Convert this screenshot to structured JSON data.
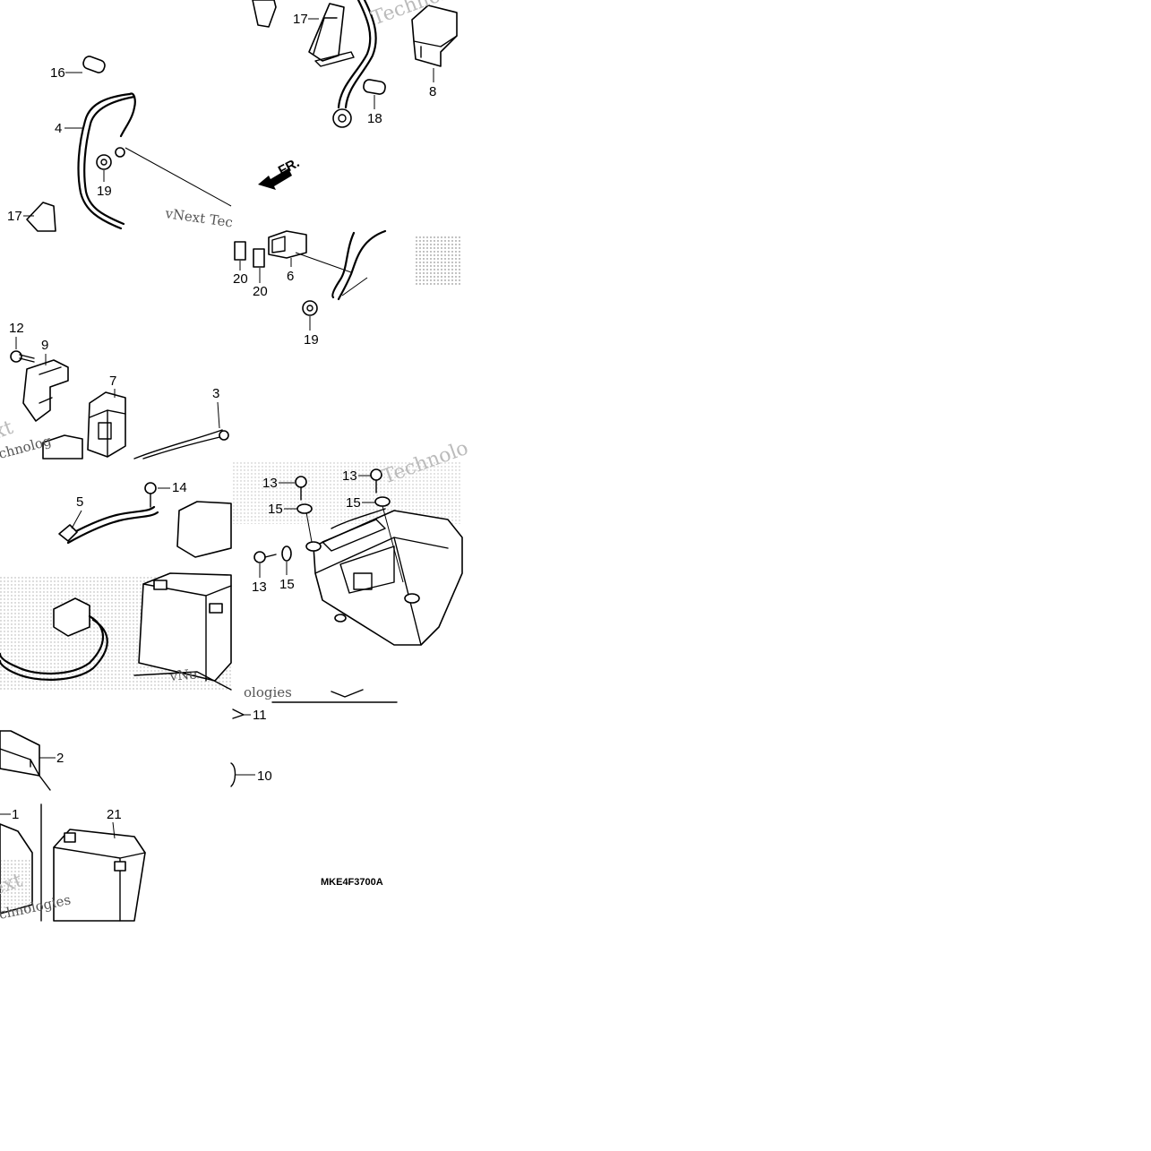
{
  "diagram": {
    "callouts": [
      {
        "id": "c16a",
        "text": "16"
      },
      {
        "id": "c4",
        "text": "4"
      },
      {
        "id": "c19a",
        "text": "19"
      },
      {
        "id": "c17a",
        "text": "17"
      },
      {
        "id": "c17b",
        "text": "17"
      },
      {
        "id": "c8",
        "text": "8"
      },
      {
        "id": "c18",
        "text": "18"
      },
      {
        "id": "c20a",
        "text": "20"
      },
      {
        "id": "c20b",
        "text": "20"
      },
      {
        "id": "c6",
        "text": "6"
      },
      {
        "id": "c19b",
        "text": "19"
      },
      {
        "id": "c12",
        "text": "12"
      },
      {
        "id": "c9",
        "text": "9"
      },
      {
        "id": "c7",
        "text": "7"
      },
      {
        "id": "c3",
        "text": "3"
      },
      {
        "id": "c5",
        "text": "5"
      },
      {
        "id": "c14",
        "text": "14"
      },
      {
        "id": "c13a",
        "text": "13"
      },
      {
        "id": "c13b",
        "text": "13"
      },
      {
        "id": "c15a",
        "text": "15"
      },
      {
        "id": "c15b",
        "text": "15"
      },
      {
        "id": "c13c",
        "text": "13"
      },
      {
        "id": "c15c",
        "text": "15"
      },
      {
        "id": "c11",
        "text": "11"
      },
      {
        "id": "c10",
        "text": "10"
      },
      {
        "id": "c2",
        "text": "2"
      },
      {
        "id": "c1",
        "text": "1"
      },
      {
        "id": "c21",
        "text": "21"
      }
    ],
    "front_arrow_label": "FR.",
    "part_code": "MKE4F3700A",
    "watermarks": {
      "w1": "vNext Tec",
      "w2": "xt",
      "w3": "chnolog",
      "w4": "Technolo",
      "w5": "vNe",
      "w6": "ologies",
      "w7": "ext",
      "w8": "chnologies"
    },
    "colors": {
      "line": "#000000",
      "background": "#ffffff",
      "watermark": "#555555"
    }
  }
}
